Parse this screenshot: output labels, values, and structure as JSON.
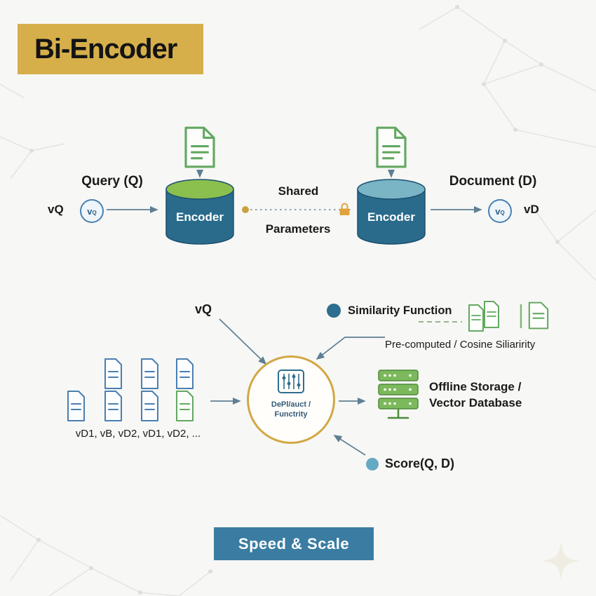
{
  "title": "Bi-Encoder",
  "colors": {
    "gold": "#d6af4b",
    "encoder_blue": "#2a6b8c",
    "leaf_green": "#8bbf4e",
    "teal_top": "#7ab5c5",
    "doc_green": "#63a861",
    "doc_blue": "#4a7fb0",
    "banner_blue": "#3a7ca2",
    "similarity_dot": "#2e6e8e",
    "score_dot": "#64aac2",
    "circle_gold": "#d2a844"
  },
  "top": {
    "query_label": "Query (Q)",
    "vq_label": "vQ",
    "vector_v": "v",
    "vector_q_sub": "Q",
    "vector_right_sub": "Q",
    "encoder_left_label": "Encoder",
    "shared_label": "Shared",
    "parameters_label": "Parameters",
    "encoder_right_label": "Encoder",
    "document_label": "Document (D)",
    "vd_label": "vD"
  },
  "bottom": {
    "vq_label": "vQ",
    "similarity_label": "Similarity Function",
    "precomputed_label": "Pre-computed / Cosine Siliaririty",
    "doc_list_label": "vD1, vB, vD2, vD1, vD2, ...",
    "circle_line1": "DePl/auct /",
    "circle_line2": "Functrity",
    "storage_line1": "Offline Storage /",
    "storage_line2": "Vector Database",
    "score_label": "Score(Q, D)"
  },
  "footer": {
    "banner_label": "Speed & Scale"
  }
}
